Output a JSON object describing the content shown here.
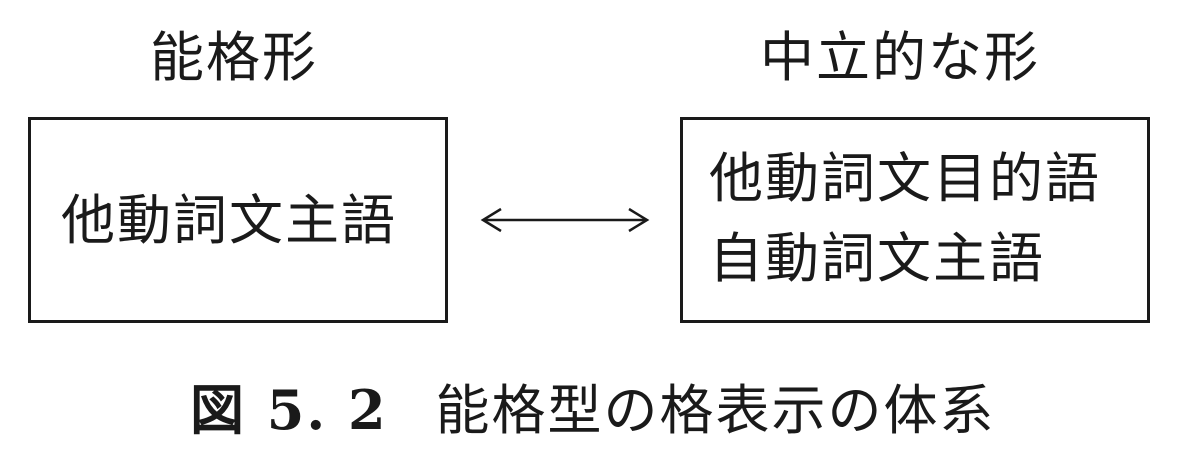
{
  "headings": {
    "left": "能格形",
    "right": "中立的な形"
  },
  "boxes": {
    "left": {
      "lines": [
        "他動詞文主語"
      ]
    },
    "right": {
      "lines": [
        "他動詞文目的語",
        "自動詞文主語"
      ]
    }
  },
  "connector": {
    "type": "double-headed-arrow"
  },
  "caption": {
    "number": "図 5. 2",
    "title": "能格型の格表示の体系"
  }
}
